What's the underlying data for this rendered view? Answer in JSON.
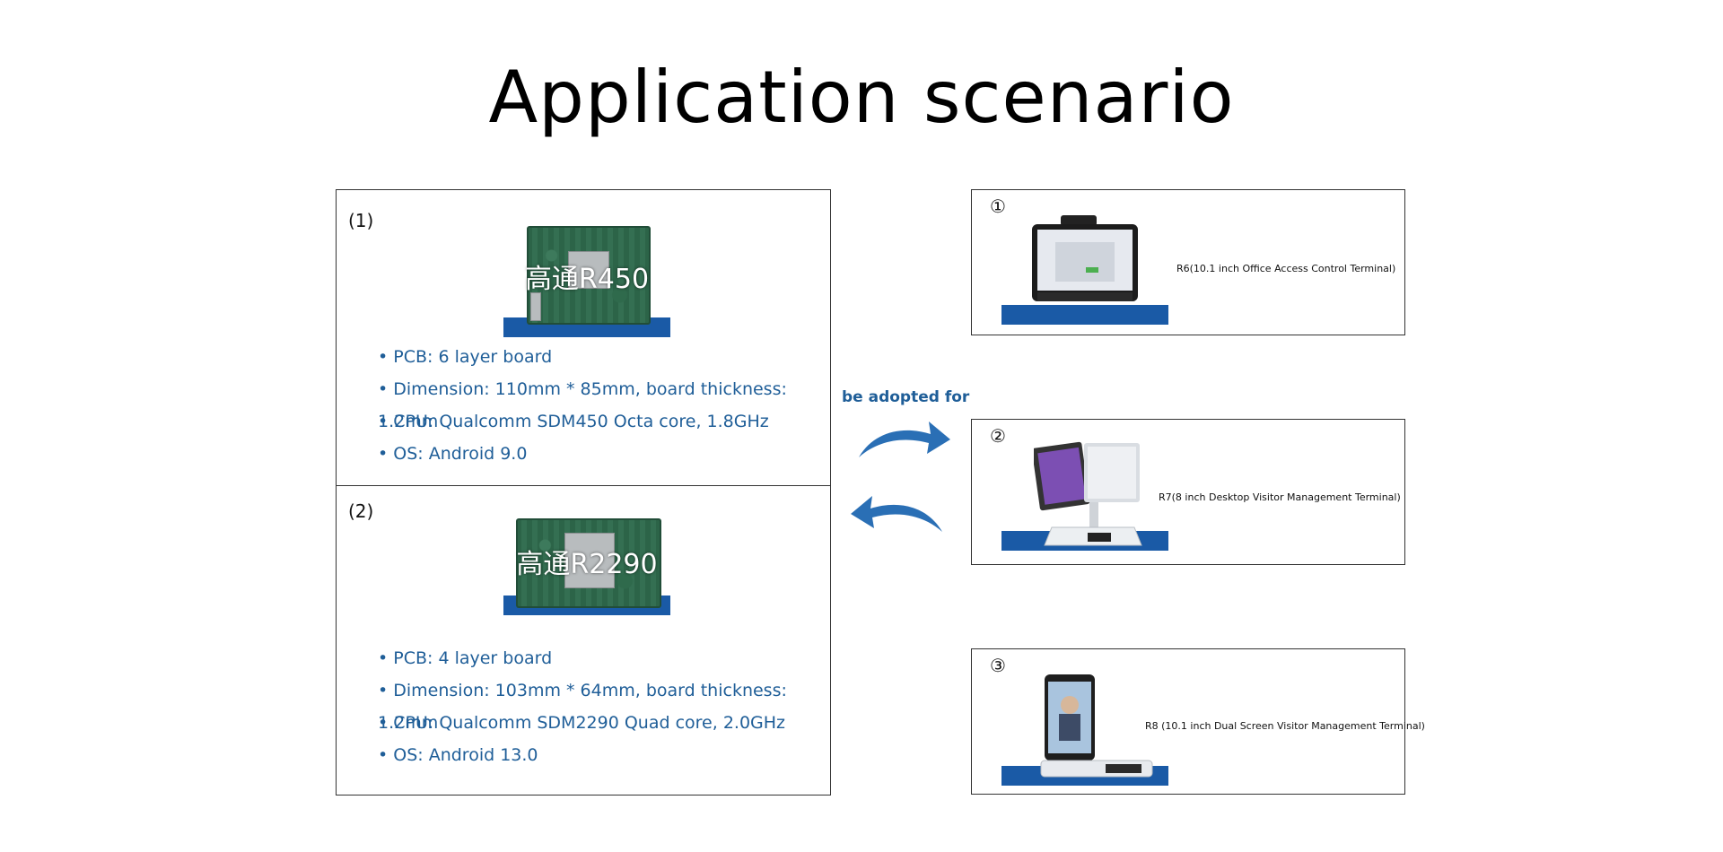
{
  "title": "Application scenario",
  "boards": [
    {
      "label": "(1)",
      "image_text": "高通R450",
      "specs": [
        "PCB: 6 layer board",
        "Dimension: 110mm * 85mm, board thickness: 1.2mm",
        "CPU: Qualcomm SDM450 Octa core, 1.8GHz",
        "OS: Android 9.0"
      ]
    },
    {
      "label": "(2)",
      "image_text": "高通R2290",
      "specs": [
        "PCB: 4 layer board",
        "Dimension: 103mm * 64mm, board thickness: 1.2mm",
        "CPU: Qualcomm SDM2290 Quad core, 2.0GHz",
        "OS: Android 13.0"
      ]
    }
  ],
  "adopted_label": "be adopted for",
  "terminals": [
    {
      "number": "①",
      "caption": "R6(10.1 inch Office Access Control Terminal)"
    },
    {
      "number": "②",
      "caption": "R7(8 inch Desktop Visitor Management Terminal)"
    },
    {
      "number": "③",
      "caption": "R8 (10.1 inch Dual Screen Visitor Management Terminal)"
    }
  ],
  "colors": {
    "accent": "#1f5e98",
    "base_bar": "#1a5aa6",
    "arrow": "#2a6fb5"
  }
}
